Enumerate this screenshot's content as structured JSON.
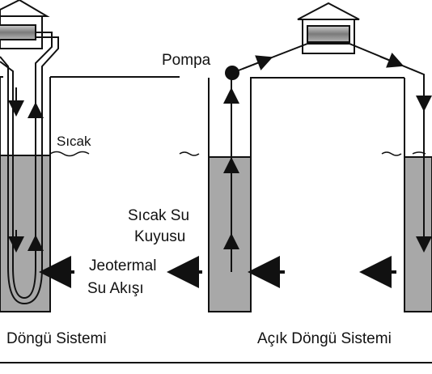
{
  "labels": {
    "pompa": "Pompa",
    "sicak": "Sıcak",
    "sicak_su_line1": "Sıcak Su",
    "sicak_su_line2": "Kuyusu",
    "jeotermal_line1": "Jeotermal",
    "jeotermal_line2": "Su Akışı"
  },
  "captions": {
    "left": "Döngü Sistemi",
    "right": "Açık Döngü Sistemi"
  },
  "colors": {
    "water": "#a8a8a8",
    "line": "#111111",
    "house_unit": "#8c8c8c"
  }
}
